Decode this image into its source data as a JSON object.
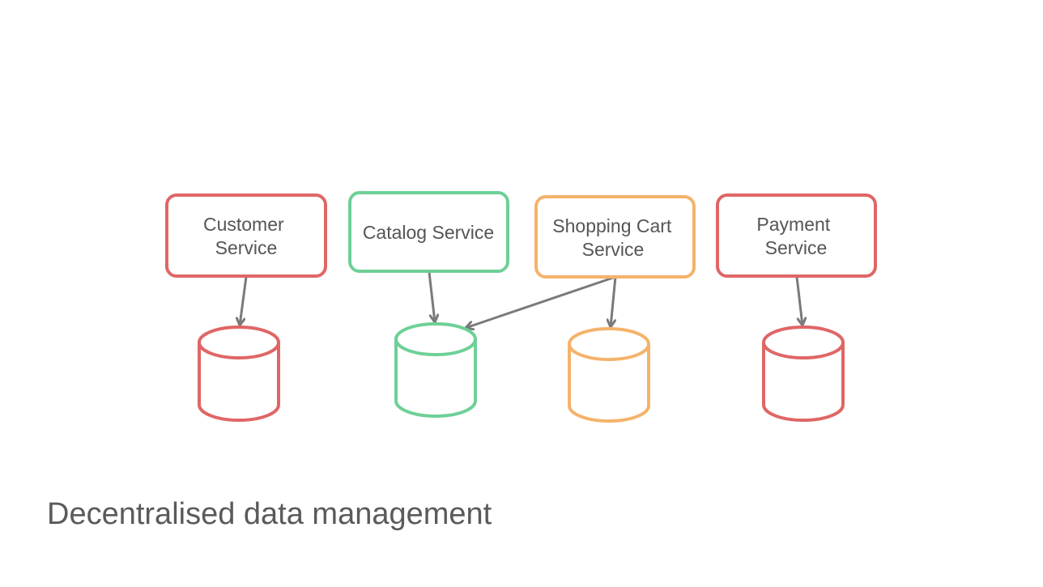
{
  "colors": {
    "red": "#E06666",
    "green": "#6ED096",
    "orange": "#F4B36A",
    "arrow": "#7a7a7a",
    "text": "#555555"
  },
  "services": [
    {
      "id": "customer",
      "lines": [
        "Customer",
        "Service"
      ],
      "color": "red"
    },
    {
      "id": "catalog",
      "lines": [
        "Catalog Service"
      ],
      "color": "green"
    },
    {
      "id": "shopping-cart",
      "lines": [
        "Shopping Cart",
        "Service"
      ],
      "color": "orange"
    },
    {
      "id": "payment",
      "lines": [
        "Payment",
        "Service"
      ],
      "color": "red"
    }
  ],
  "databases": [
    {
      "id": "customer-db",
      "color": "red"
    },
    {
      "id": "catalog-db",
      "color": "green"
    },
    {
      "id": "shopping-cart-db",
      "color": "orange"
    },
    {
      "id": "payment-db",
      "color": "red"
    }
  ],
  "connections": [
    {
      "from": "customer",
      "to": "customer-db"
    },
    {
      "from": "catalog",
      "to": "catalog-db"
    },
    {
      "from": "shopping-cart",
      "to": "catalog-db"
    },
    {
      "from": "shopping-cart",
      "to": "shopping-cart-db"
    },
    {
      "from": "payment",
      "to": "payment-db"
    }
  ],
  "caption": "Decentralised data management"
}
